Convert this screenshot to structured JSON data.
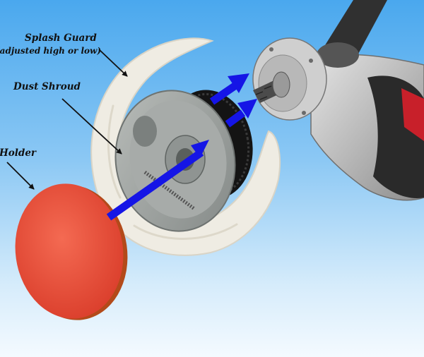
{
  "labels": {
    "splash_guard": "Splash Guard",
    "splash_guard_note": "(adjusted high or low)",
    "dust_shroud": "Dust Shroud",
    "holder": "Holder"
  },
  "colors": {
    "background_top": "#4aa8ee",
    "background_bottom": "#f4faff",
    "arrow": "#1515e6",
    "pad": "#ee4a36",
    "felt": "#efece3",
    "shroud": "#9ba09d",
    "grinder_body": "#bdbdbd",
    "grip": "#2a2a2a"
  }
}
